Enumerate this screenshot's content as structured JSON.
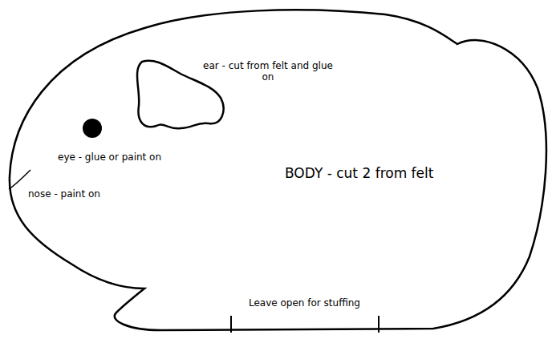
{
  "diagram": {
    "nodes": [
      {
        "text": [
          "BODY - cut 2 from felt"
        ]
      },
      {
        "text": [
          "ear - cut from felt and glue on"
        ],
        "in": 0
      }
    ],
    "labels": [
      "eye - glue or paint on",
      "nose - paint on",
      "Leave open for stuffing"
    ]
  }
}
